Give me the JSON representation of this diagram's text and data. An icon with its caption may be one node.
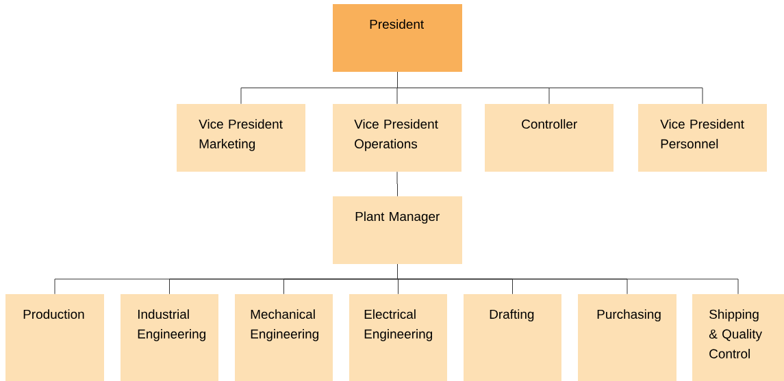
{
  "diagram": {
    "nodes": [
      {
        "text": [
          "President"
        ]
      },
      {
        "text": [
          "Vice President Marketing"
        ]
      },
      {
        "text": [
          "Vice President Operations"
        ]
      },
      {
        "text": [
          "Controller"
        ]
      },
      {
        "text": [
          "Vice President Personnel"
        ]
      },
      {
        "text": [
          "Plant Manager"
        ]
      },
      {
        "text": [
          "Production"
        ]
      },
      {
        "text": [
          "Industrial Engineering"
        ]
      },
      {
        "text": [
          "Mechanical Engineering"
        ]
      },
      {
        "text": [
          "Electrical Engineering"
        ]
      },
      {
        "text": [
          "Drafting"
        ]
      },
      {
        "text": [
          "Purchasing"
        ]
      },
      {
        "text": [
          "Shipping & Quality Control"
        ]
      }
    ],
    "edges": [
      {
        "from": 0,
        "to": 1,
        "arrow": "none"
      },
      {
        "from": 0,
        "to": 2,
        "arrow": "none"
      },
      {
        "from": 0,
        "to": 3,
        "arrow": "none"
      },
      {
        "from": 0,
        "to": 4,
        "arrow": "none"
      },
      {
        "from": 2,
        "to": 5,
        "arrow": "none"
      },
      {
        "from": 5,
        "to": 6,
        "arrow": "none"
      },
      {
        "from": 5,
        "to": 7,
        "arrow": "none"
      },
      {
        "from": 5,
        "to": 8,
        "arrow": "none"
      },
      {
        "from": 5,
        "to": 9,
        "arrow": "none"
      },
      {
        "from": 5,
        "to": 10,
        "arrow": "none"
      },
      {
        "from": 5,
        "to": 11,
        "arrow": "none"
      },
      {
        "from": 5,
        "to": 12,
        "arrow": "none"
      }
    ]
  }
}
